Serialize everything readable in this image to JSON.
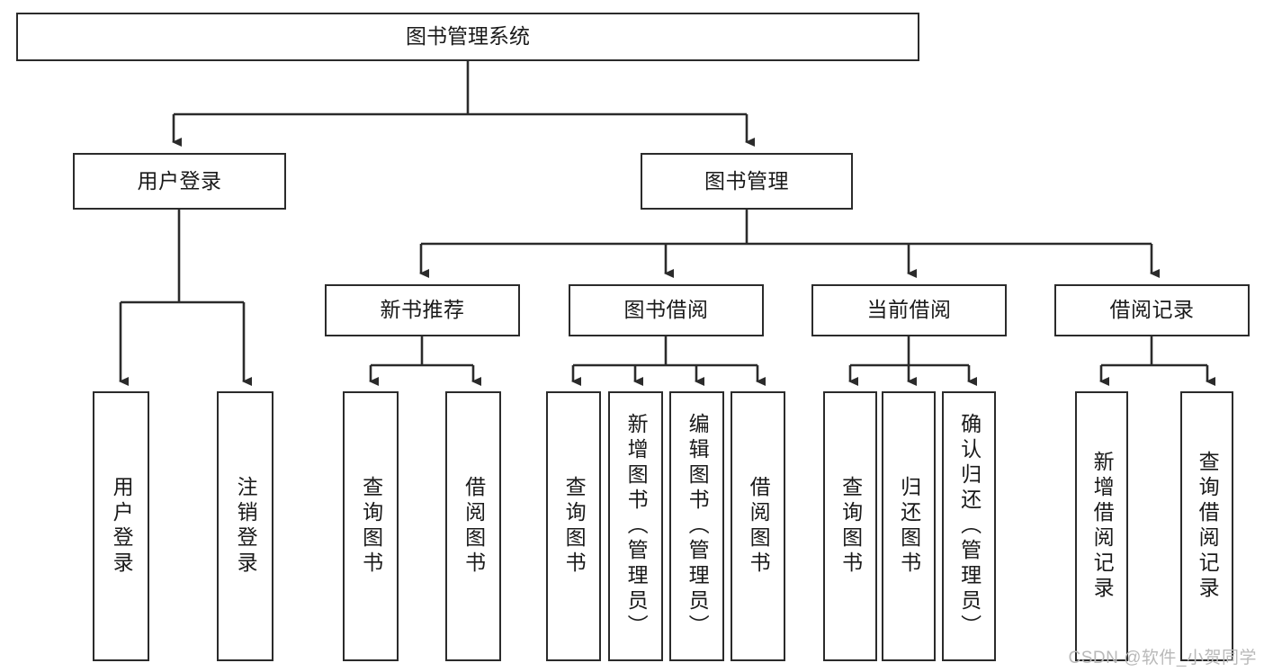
{
  "diagram": {
    "title": "图书管理系统",
    "type": "tree-hierarchy",
    "root": {
      "label": "图书管理系统"
    },
    "level2": [
      {
        "label": "用户登录"
      },
      {
        "label": "图书管理"
      }
    ],
    "level3": [
      {
        "label": "新书推荐"
      },
      {
        "label": "图书借阅"
      },
      {
        "label": "当前借阅"
      },
      {
        "label": "借阅记录"
      }
    ],
    "leaves": {
      "user_login": [
        {
          "label": "用户登录"
        },
        {
          "label": "注销登录"
        }
      ],
      "new_book_recommend": [
        {
          "label": "查询图书"
        },
        {
          "label": "借阅图书"
        }
      ],
      "book_borrow": [
        {
          "label": "查询图书"
        },
        {
          "label": "新增图书（管理员）"
        },
        {
          "label": "编辑图书（管理员）"
        },
        {
          "label": "借阅图书"
        }
      ],
      "current_borrow": [
        {
          "label": "查询图书"
        },
        {
          "label": "归还图书"
        },
        {
          "label": "确认归还（管理员）"
        }
      ],
      "borrow_record": [
        {
          "label": "新增借阅记录"
        },
        {
          "label": "查询借阅记录"
        }
      ]
    }
  },
  "watermark": {
    "text": "CSDN @软件_小贺同学"
  },
  "colors": {
    "box_border": "#2b2b2b",
    "box_fill": "#ffffff",
    "text": "#1a1a1a",
    "wire": "#2b2b2b",
    "watermark": "#b9b9b9"
  }
}
